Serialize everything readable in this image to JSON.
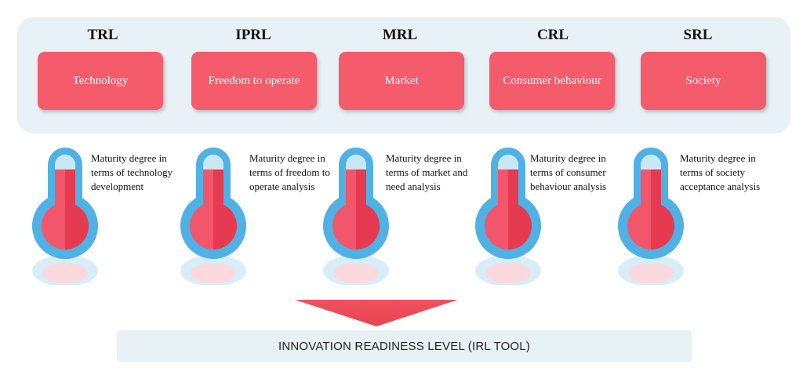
{
  "columns": [
    {
      "code": "TRL",
      "card": "Technology",
      "desc": [
        "Maturity degree in",
        "terms of technology",
        "development"
      ]
    },
    {
      "code": "IPRL",
      "card": "Freedom to operate",
      "desc": [
        "Maturity degree in",
        "terms of freedom to",
        "operate analysis"
      ]
    },
    {
      "code": "MRL",
      "card": "Market",
      "desc": [
        "Maturity degree in",
        "terms of market and",
        "need analysis"
      ]
    },
    {
      "code": "CRL",
      "card": "Consumer behaviour",
      "desc": [
        "Maturity degree in",
        "terms of  consumer",
        "behaviour analysis"
      ]
    },
    {
      "code": "SRL",
      "card": "Society",
      "desc": [
        "Maturity degree in",
        "terms of  society",
        "acceptance analysis"
      ]
    }
  ],
  "footer": {
    "label": "INNOVATION READINESS LEVEL (IRL TOOL)"
  },
  "colors": {
    "panel": "#e8f1f6",
    "card": "#f45b6b",
    "arrow": "#f0505e",
    "thermo_blue": "#4fb1e4",
    "thermo_red": "#f2566a"
  },
  "icons": {
    "thermometer": "thermometer-icon",
    "arrow": "down-arrow-icon"
  }
}
